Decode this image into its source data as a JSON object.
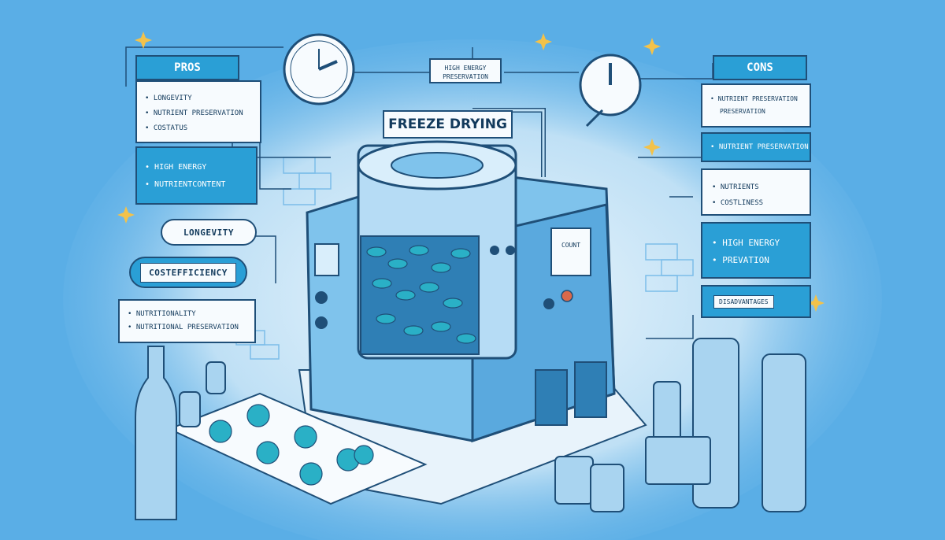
{
  "pros": {
    "header": "PROS",
    "items_a": [
      "LONGEVITY",
      "NUTRIENT PRESERVATION",
      "COSTATUS"
    ],
    "items_b": [
      "HIGH ENERGY",
      "NUTRIENTCONTENT"
    ],
    "pill_1": "LONGEVITY",
    "pill_2": "COSTEFFICIENCY",
    "items_c": [
      "NUTRITIONALITY",
      "NUTRITIONAL PRESERVATION"
    ]
  },
  "cons": {
    "header": "CONS",
    "items_a": [
      "NUTRIENT PRESERVATION",
      "PRESERVATION"
    ],
    "item_b": "NUTRIENT PRESERVATION",
    "items_c": [
      "NUTRIENTS",
      "COSTLINESS"
    ],
    "items_d": [
      "HIGH ENERGY",
      "PREVATION"
    ],
    "item_e": "DISADVANTAGES"
  },
  "top_label": [
    "HIGH ENERGY",
    "PRESERVATION"
  ],
  "main_title": "FREEZE DRYING",
  "panel_screen_text": "COUNT",
  "colors": {
    "background": "#5aaee6",
    "accent": "#2a9fd6",
    "outline": "#1f4f78",
    "panel": "#f7fbfe",
    "leaf": "#2ab0c6"
  },
  "icons": [
    "clock-icon",
    "clock-icon",
    "sparkle-icon",
    "leaf-icon"
  ]
}
